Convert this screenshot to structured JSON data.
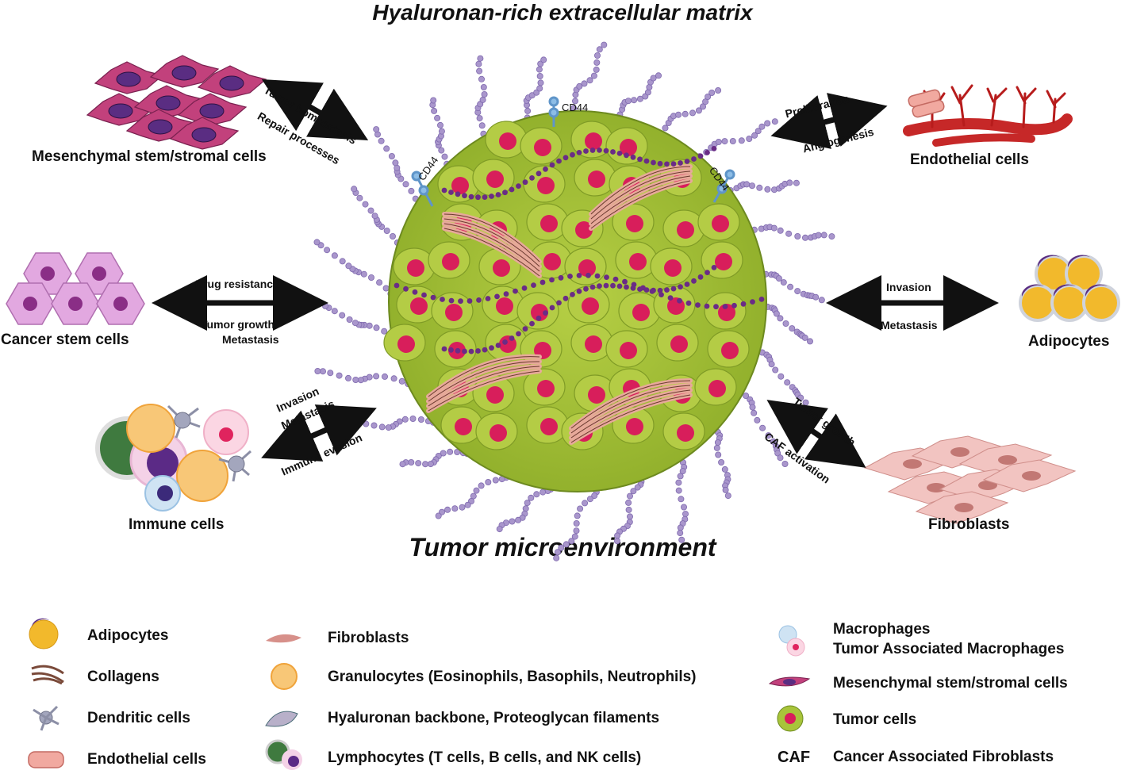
{
  "title_top": "Hyaluronan-rich extracellular matrix",
  "title_bottom": "Tumor microenvironment",
  "cd44_labels": [
    "CD44",
    "CD44",
    "CD44"
  ],
  "cells": {
    "msc": {
      "label": "Mesenchymal stem/stromal cells",
      "arrow_top": "Tumor homeostasis",
      "arrow_bottom": "Repair processes"
    },
    "endothelial": {
      "label": "Endothelial cells",
      "arrow_top": "Proliferation",
      "arrow_bottom": "Angiogenesis"
    },
    "csc": {
      "label": "Cancer stem cells",
      "arrow_top": "Drug resistance",
      "arrow_bottom_1": "Tumor growth",
      "arrow_bottom_2": "Metastasis"
    },
    "adipocytes": {
      "label": "Adipocytes",
      "arrow_top": "Invasion",
      "arrow_bottom": "Metastasis"
    },
    "immune": {
      "label": "Immune cells",
      "arrow_top_1": "Invasion",
      "arrow_top_2": "Metastasis",
      "arrow_bottom": "Immune evasion"
    },
    "fibroblasts": {
      "label": "Fibroblasts",
      "arrow_top": "Tumor growth",
      "arrow_bottom": "CAF activation"
    }
  },
  "legend": {
    "col1": [
      "Adipocytes",
      "Collagens",
      "Dendritic cells",
      "Endothelial cells"
    ],
    "col2": [
      "Fibroblasts",
      "Granulocytes (Eosinophils, Basophils, Neutrophils)",
      "Hyaluronan backbone, Proteoglycan filaments",
      "Lymphocytes (T cells, B cells, and NK cells)"
    ],
    "col3_macrophages_1": "Macrophages",
    "col3_macrophages_2": "Tumor Associated Macrophages",
    "col3": [
      "Mesenchymal stem/stromal cells",
      "Tumor cells"
    ],
    "abbr": "CAF",
    "abbr_text": "Cancer Associated Fibroblasts"
  },
  "colors": {
    "tumor_green": "#a8c43a",
    "tumor_nucleus": "#d81e5b",
    "hyaluronan": "#9b86c6",
    "collagen": "#e7a99a",
    "adipocyte_yellow": "#f2b92c",
    "adipocyte_purple": "#5a2d82",
    "msc_pink": "#c2417c",
    "endothelial_red": "#c62828",
    "fibroblast": "#e8a9a6",
    "csc_pink": "#d89bd6"
  }
}
